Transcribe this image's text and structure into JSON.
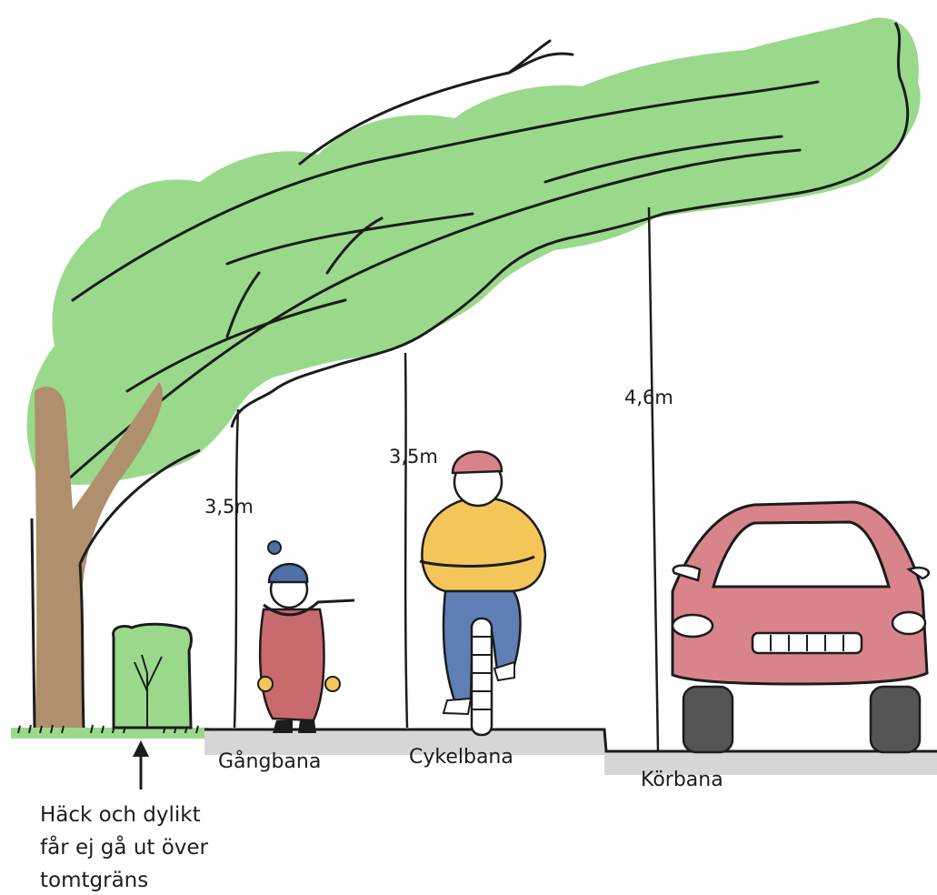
{
  "measurements": {
    "footway_clearance": "3,5m",
    "cycleway_clearance": "3,5m",
    "carriageway_clearance": "4,6m"
  },
  "paths": {
    "footway": "Gångbana",
    "cycleway": "Cykelbana",
    "carriageway": "Körbana"
  },
  "note": {
    "line1": "Häck och dylikt",
    "line2": "får ej gå ut över",
    "line3": "tomtgräns"
  },
  "colors": {
    "foliage": "#9ad98b",
    "trunk": "#b08f6c",
    "pavement": "#d6d6d6",
    "car": "#d9848a",
    "jacket": "#f4c65a",
    "jeans": "#5f7fb5",
    "coat": "#c96a6e",
    "hat": "#4f6fa8",
    "outline": "#1c1c1c"
  }
}
